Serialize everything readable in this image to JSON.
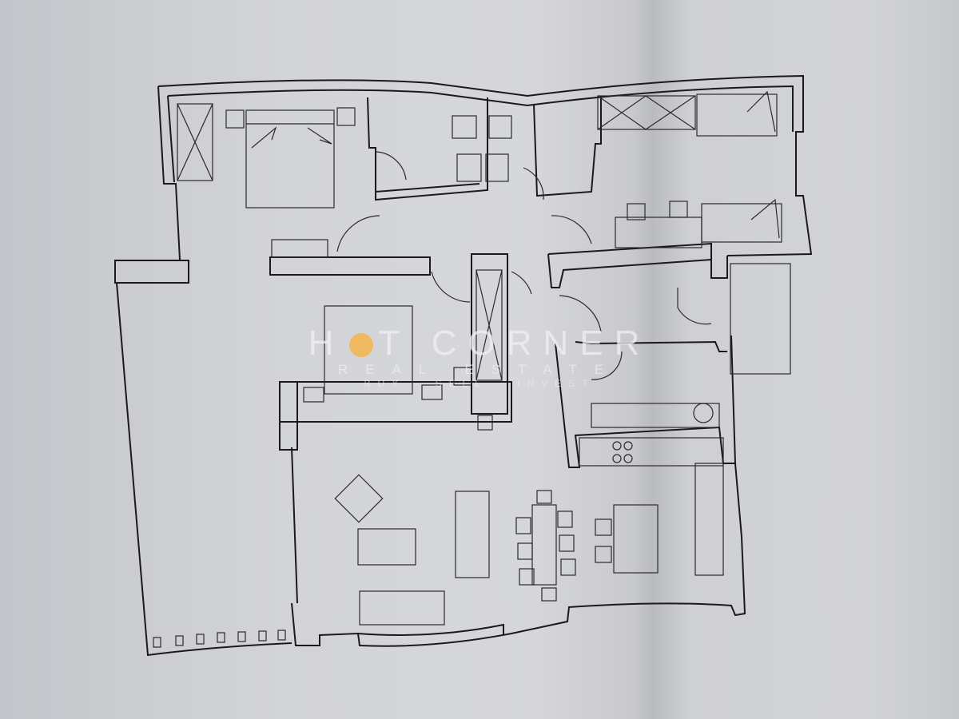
{
  "watermark": {
    "brand_left": "H",
    "brand_right": "T CORNER",
    "subtitle": "REAL ESTATE",
    "tagline": "BUY - SELL - INVEST",
    "accent_color": "#f2b44a"
  },
  "diagram": {
    "type": "floor-plan"
  }
}
